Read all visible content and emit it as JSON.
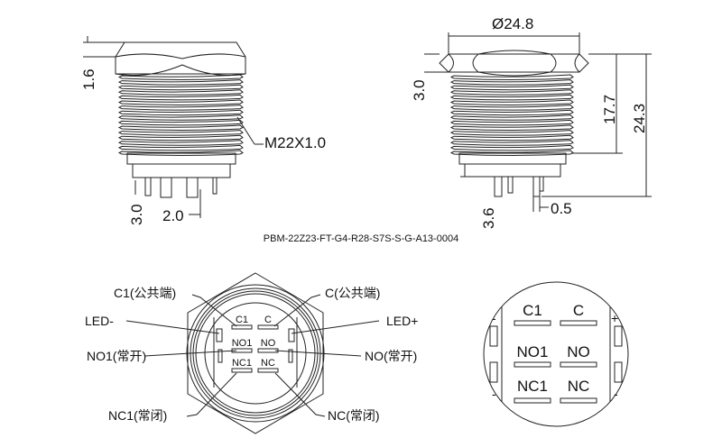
{
  "side_view": {
    "dim_nut_height": "1.6",
    "thread_label": "M22X1.0",
    "dim_pin_length": "3.0",
    "dim_pin_pitch": "2.0"
  },
  "front_view": {
    "dim_diameter": "Ø24.8",
    "dim_nut_height": "3.0",
    "dim_body_length": "17.7",
    "dim_total_length": "24.3",
    "dim_pin_length": "3.6",
    "dim_pin_thickness": "0.5"
  },
  "part_number": "PBM-22Z23-FT-G4-R28-S7S-S-G-A13-0004",
  "terminal_view": {
    "callouts": {
      "c1": "C1(公共端)",
      "c": "C(公共端)",
      "led_minus": "LED-",
      "led_plus": "LED+",
      "no1": "NO1(常开)",
      "no": "NO(常开)",
      "nc1": "NC1(常闭)",
      "nc": "NC(常闭)"
    },
    "pins": [
      "C1",
      "C",
      "NO1",
      "NO",
      "NC1",
      "NC"
    ]
  },
  "enlarged_view": {
    "pins": [
      "C1",
      "C",
      "NO1",
      "NO",
      "NC1",
      "NC"
    ],
    "minus": "-",
    "plus": "+"
  }
}
